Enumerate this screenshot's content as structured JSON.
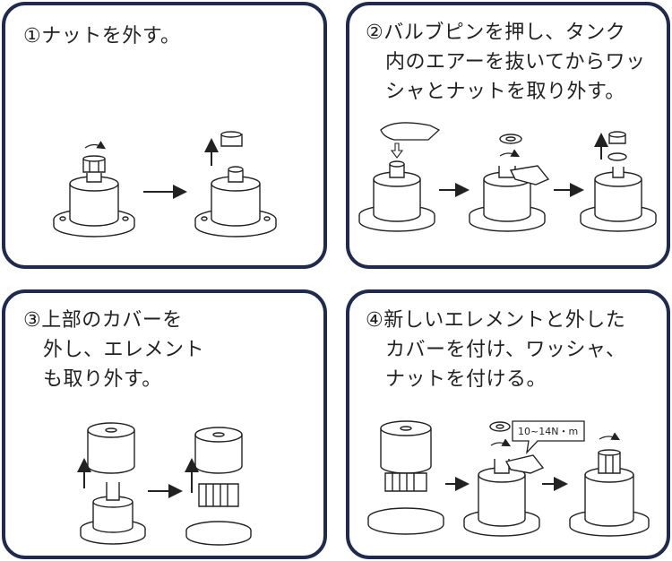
{
  "panels": [
    {
      "lines": [
        "①ナットを外す。"
      ]
    },
    {
      "lines": [
        "②バルブピンを押し、タンク",
        "内のエアーを抜いてからワッ",
        "シャとナットを取り外す。"
      ]
    },
    {
      "lines": [
        "③上部のカバーを",
        "外し、エレメント",
        "も取り外す。"
      ]
    },
    {
      "lines": [
        "④新しいエレメントと外した",
        "カバーを付け、ワッシャ、",
        "ナットを付ける。"
      ]
    }
  ],
  "torque_label": "10~14N・m",
  "colors": {
    "border": "#1f2a4e",
    "line": "#222222"
  }
}
